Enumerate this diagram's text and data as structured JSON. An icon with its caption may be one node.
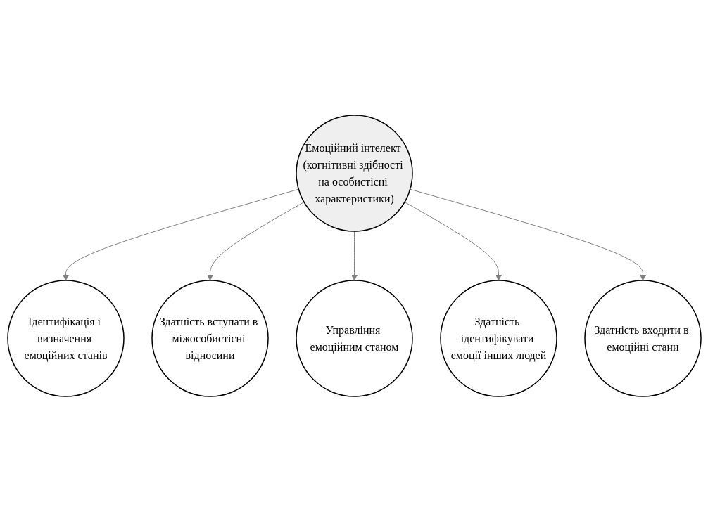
{
  "diagram": {
    "nodes": [
      {
        "text": [
          "Ідентифікація і визначення емоційних станів"
        ]
      },
      {
        "text": [
          "Здатність вступати в міжособистісні відносини"
        ]
      },
      {
        "text": [
          "Емоційний інтелект (когнітивні здібності на особистісні характеристики)"
        ]
      },
      {
        "text": [
          "Управління емоційним станом"
        ]
      },
      {
        "text": [
          "Здатність ідентифікувати емоції інших людей"
        ]
      },
      {
        "text": [
          "Здатність входити в емоційні стани"
        ]
      }
    ],
    "edges": [
      {
        "from": 2,
        "to": 0,
        "arrow": "to"
      },
      {
        "from": 2,
        "to": 1,
        "arrow": "to"
      },
      {
        "from": 2,
        "to": 3,
        "arrow": "to"
      },
      {
        "from": 2,
        "to": 4,
        "arrow": "to"
      },
      {
        "from": 2,
        "to": 5,
        "arrow": "to"
      }
    ]
  }
}
